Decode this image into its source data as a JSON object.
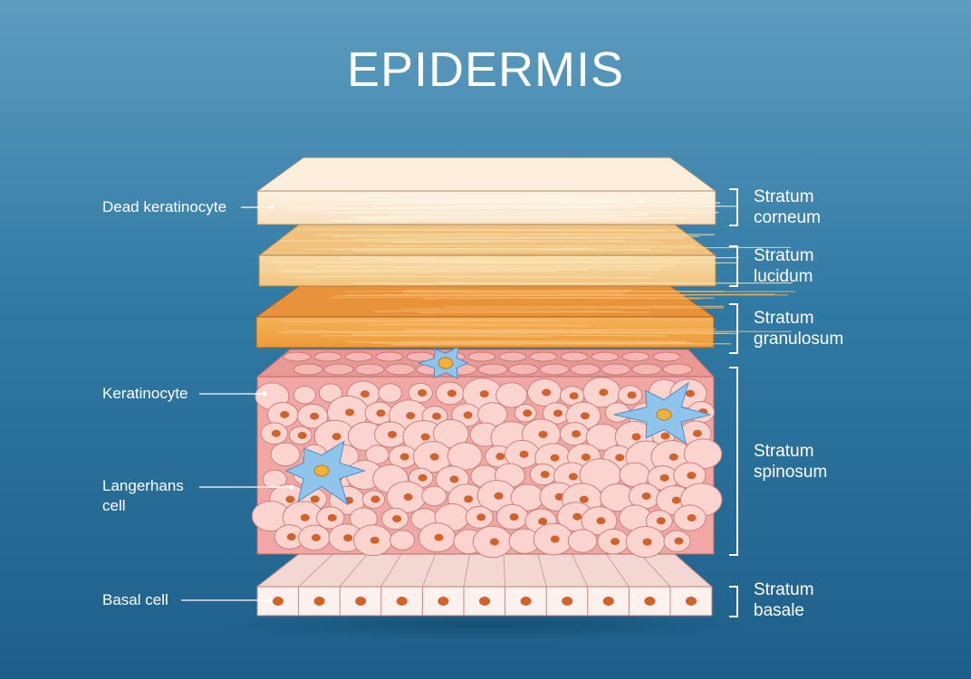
{
  "title": "EPIDERMIS",
  "left_labels": {
    "dead_keratinocyte": "Dead keratinocyte",
    "keratinocyte": "Keratinocyte",
    "langerhans": [
      "Langerhans",
      "cell"
    ],
    "basal": "Basal cell"
  },
  "layers": [
    {
      "line1": "Stratum",
      "line2": "corneum"
    },
    {
      "line1": "Stratum",
      "line2": "lucidum"
    },
    {
      "line1": "Stratum",
      "line2": "granulosum"
    },
    {
      "line1": "Stratum",
      "line2": "spinosum"
    },
    {
      "line1": "Stratum",
      "line2": "basale"
    }
  ],
  "colors": {
    "corneum": "#fbe6c8",
    "lucidum": "#f6cf8e",
    "granulosum": "#f2a544",
    "spinosum": "#f2a7a4",
    "basale": "#fdf1ee",
    "nucleus": "#d0622a",
    "langerhans": "#8fc4ec"
  }
}
